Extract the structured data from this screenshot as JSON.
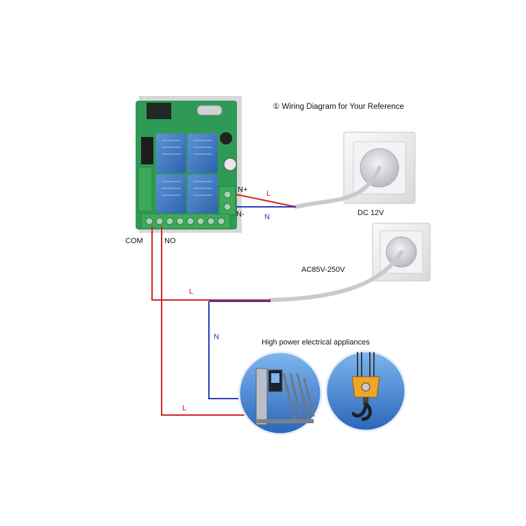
{
  "title": "①  Wiring Diagram for Your Reference",
  "labels": {
    "n_plus": "N+",
    "n_minus": "N-",
    "com": "COM",
    "no": "NO",
    "dc": "DC 12V",
    "ac": "AC85V-250V",
    "appliances": "High power electrical appliances"
  },
  "wire_labels": {
    "live_dc": "L",
    "neutral_dc": "N",
    "live_ac": "L",
    "neutral_ac": "N",
    "live_load": "L"
  },
  "colors": {
    "live": "#d0241d",
    "neutral": "#2a3bb8",
    "cable": "#c9c9d2",
    "pcb": "#2f9a55",
    "relay": "#3f79c4",
    "terminal": "#3da95a",
    "socket_frame": "#ececee",
    "badge_bg": "#3a7fd0"
  },
  "icons": {
    "board": "relay-board",
    "socket_dc": "wall-socket",
    "socket_ac": "wall-socket",
    "gate": "sliding-gate-icon",
    "crane": "crane-hook-icon"
  }
}
